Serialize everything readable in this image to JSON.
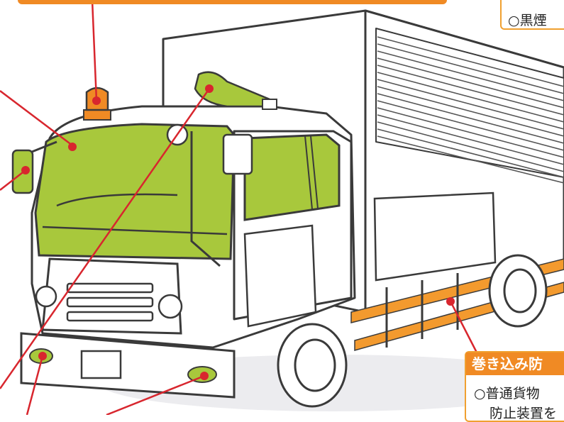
{
  "callouts": {
    "top_right_item": "○黒煙",
    "bottom_right_header": "巻き込み防",
    "bottom_right_item": "○普通貨物",
    "bottom_right_item2": "防止装置を"
  },
  "colors": {
    "highlight_green": "#a8c83c",
    "accent_orange": "#f08a24",
    "leader_red": "#d8262e",
    "outline": "#3a3a3a",
    "truck_body": "#ffffff",
    "shadow": "#e9e9ec"
  }
}
